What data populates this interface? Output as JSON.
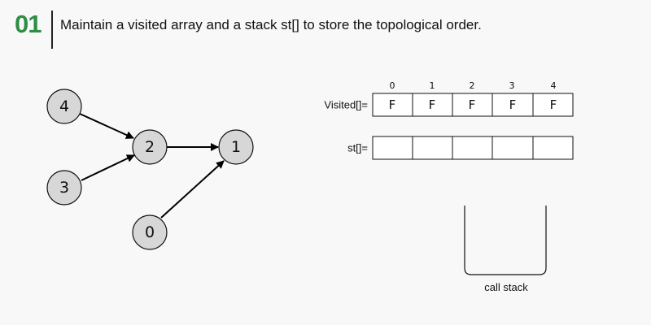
{
  "header": {
    "step_number": "01",
    "step_text": "Maintain a visited array and a stack st[] to store the topological order.",
    "step_number_color": "#2f8d46"
  },
  "graph": {
    "nodes": [
      "4",
      "3",
      "2",
      "1",
      "0"
    ],
    "edges": [
      {
        "from": "4",
        "to": "2"
      },
      {
        "from": "3",
        "to": "2"
      },
      {
        "from": "2",
        "to": "1"
      },
      {
        "from": "0",
        "to": "1"
      }
    ]
  },
  "visited_array": {
    "label": "Visited[]=",
    "indices": [
      "0",
      "1",
      "2",
      "3",
      "4"
    ],
    "values": [
      "F",
      "F",
      "F",
      "F",
      "F"
    ]
  },
  "stack_array": {
    "label": "st[]=",
    "values": [
      "",
      "",
      "",
      "",
      ""
    ]
  },
  "call_stack": {
    "caption": "call stack"
  }
}
